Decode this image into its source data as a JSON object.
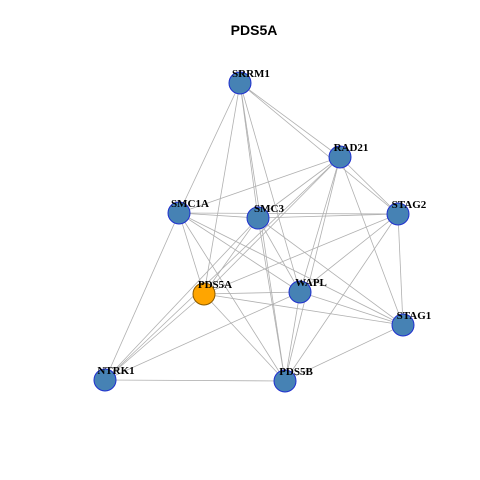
{
  "title": "PDS5A",
  "colors": {
    "node_fill": "#4682b4",
    "node_stroke": "#1f2fcf",
    "focus_fill": "#ffa500",
    "focus_stroke": "#8a5a00",
    "edge": "#b0b0b0",
    "text": "#000000"
  },
  "nodes": [
    {
      "id": "SRRM1",
      "label": "SRRM1",
      "focus": false
    },
    {
      "id": "RAD21",
      "label": "RAD21",
      "focus": false
    },
    {
      "id": "SMC1A",
      "label": "SMC1A",
      "focus": false
    },
    {
      "id": "SMC3",
      "label": "SMC3",
      "focus": false
    },
    {
      "id": "STAG2",
      "label": "STAG2",
      "focus": false
    },
    {
      "id": "PDS5A",
      "label": "PDS5A",
      "focus": true
    },
    {
      "id": "WAPL",
      "label": "WAPL",
      "focus": false
    },
    {
      "id": "STAG1",
      "label": "STAG1",
      "focus": false
    },
    {
      "id": "NTRK1",
      "label": "NTRK1",
      "focus": false
    },
    {
      "id": "PDS5B",
      "label": "PDS5B",
      "focus": false
    }
  ],
  "edges": [
    [
      "SRRM1",
      "RAD21"
    ],
    [
      "SRRM1",
      "SMC1A"
    ],
    [
      "SRRM1",
      "SMC3"
    ],
    [
      "SRRM1",
      "STAG2"
    ],
    [
      "SRRM1",
      "PDS5A"
    ],
    [
      "SRRM1",
      "WAPL"
    ],
    [
      "SRRM1",
      "PDS5B"
    ],
    [
      "RAD21",
      "SMC1A"
    ],
    [
      "RAD21",
      "SMC3"
    ],
    [
      "RAD21",
      "STAG2"
    ],
    [
      "RAD21",
      "PDS5A"
    ],
    [
      "RAD21",
      "WAPL"
    ],
    [
      "RAD21",
      "STAG1"
    ],
    [
      "RAD21",
      "PDS5B"
    ],
    [
      "RAD21",
      "NTRK1"
    ],
    [
      "SMC1A",
      "SMC3"
    ],
    [
      "SMC1A",
      "STAG2"
    ],
    [
      "SMC1A",
      "PDS5A"
    ],
    [
      "SMC1A",
      "WAPL"
    ],
    [
      "SMC1A",
      "PDS5B"
    ],
    [
      "SMC1A",
      "NTRK1"
    ],
    [
      "SMC1A",
      "STAG1"
    ],
    [
      "SMC3",
      "STAG2"
    ],
    [
      "SMC3",
      "PDS5A"
    ],
    [
      "SMC3",
      "WAPL"
    ],
    [
      "SMC3",
      "PDS5B"
    ],
    [
      "SMC3",
      "STAG1"
    ],
    [
      "SMC3",
      "NTRK1"
    ],
    [
      "STAG2",
      "PDS5A"
    ],
    [
      "STAG2",
      "WAPL"
    ],
    [
      "STAG2",
      "STAG1"
    ],
    [
      "STAG2",
      "PDS5B"
    ],
    [
      "PDS5A",
      "WAPL"
    ],
    [
      "PDS5A",
      "STAG1"
    ],
    [
      "PDS5A",
      "PDS5B"
    ],
    [
      "PDS5A",
      "NTRK1"
    ],
    [
      "WAPL",
      "STAG1"
    ],
    [
      "WAPL",
      "PDS5B"
    ],
    [
      "WAPL",
      "NTRK1"
    ],
    [
      "STAG1",
      "PDS5B"
    ],
    [
      "NTRK1",
      "PDS5B"
    ]
  ]
}
